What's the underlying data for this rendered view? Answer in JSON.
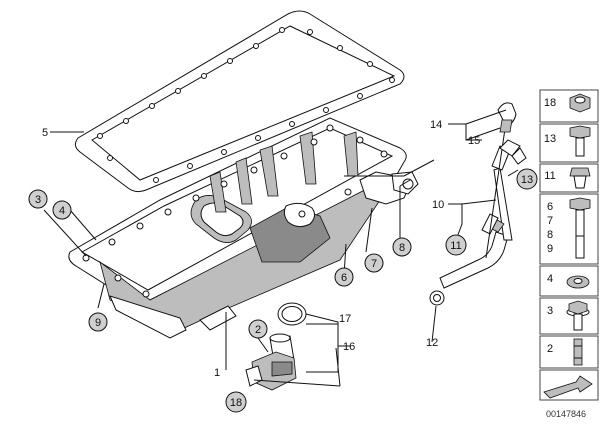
{
  "callouts": {
    "c1": "1",
    "c2": "2",
    "c3": "3",
    "c4": "4",
    "c5": "5",
    "c6": "6",
    "c7": "7",
    "c8": "8",
    "c9": "9",
    "c10": "10",
    "c11": "11",
    "c12": "12",
    "c13": "13",
    "c14": "14",
    "c15": "15",
    "c16": "16",
    "c17": "17",
    "c18": "18"
  },
  "side_panel": [
    {
      "label": "18",
      "icon": "hex-nut-icon"
    },
    {
      "label": "13",
      "icon": "hex-bolt-short-icon"
    },
    {
      "label": "11",
      "icon": "plug-clip-icon"
    },
    {
      "label": "6",
      "icon": "long-bolt-icon"
    },
    {
      "label": "7",
      "icon": ""
    },
    {
      "label": "8",
      "icon": ""
    },
    {
      "label": "9",
      "icon": ""
    },
    {
      "label": "4",
      "icon": "washer-icon"
    },
    {
      "label": "3",
      "icon": "flange-bolt-icon"
    },
    {
      "label": "2",
      "icon": "stud-bolt-icon"
    },
    {
      "label": "",
      "icon": "arrow-plate-icon"
    }
  ],
  "catalog_number": "00147846"
}
